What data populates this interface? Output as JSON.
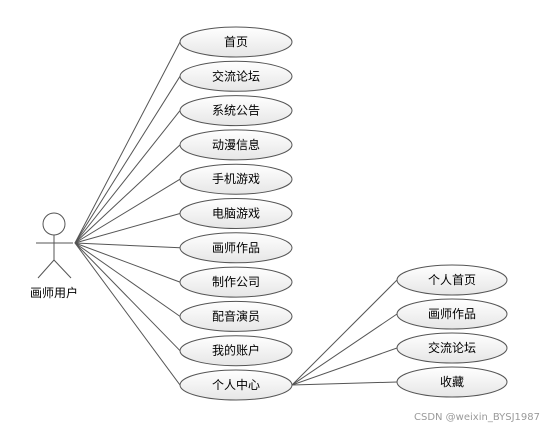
{
  "actor": {
    "label": "画师用户",
    "icon": "stick-figure-icon"
  },
  "use_cases": [
    {
      "id": "home",
      "label": "首页"
    },
    {
      "id": "forum",
      "label": "交流论坛"
    },
    {
      "id": "announcement",
      "label": "系统公告"
    },
    {
      "id": "anime-info",
      "label": "动漫信息"
    },
    {
      "id": "mobile-games",
      "label": "手机游戏"
    },
    {
      "id": "pc-games",
      "label": "电脑游戏"
    },
    {
      "id": "artist-works",
      "label": "画师作品"
    },
    {
      "id": "production-company",
      "label": "制作公司"
    },
    {
      "id": "voice-actor",
      "label": "配音演员"
    },
    {
      "id": "my-account",
      "label": "我的账户"
    },
    {
      "id": "personal-center",
      "label": "个人中心"
    }
  ],
  "sub_use_cases": [
    {
      "id": "personal-home",
      "label": "个人首页"
    },
    {
      "id": "sub-artist-works",
      "label": "画师作品"
    },
    {
      "id": "sub-forum",
      "label": "交流论坛"
    },
    {
      "id": "favorites",
      "label": "收藏"
    }
  ],
  "watermark": "CSDN @weixin_BYSJ1987",
  "colors": {
    "ellipse_fill_top": "#ffffff",
    "ellipse_fill_bottom": "#e6e6e6",
    "stroke": "#555555"
  }
}
